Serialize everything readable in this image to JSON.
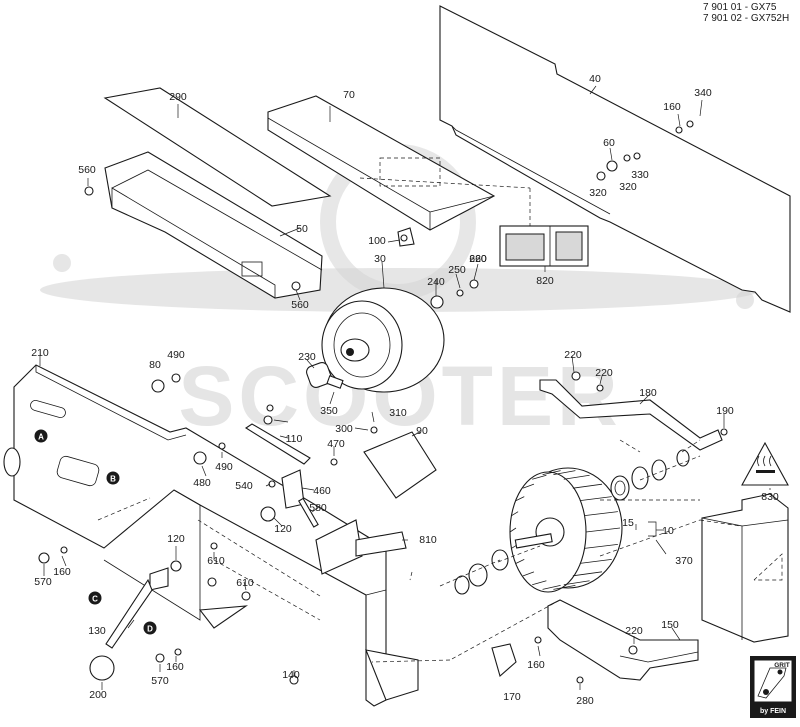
{
  "header": {
    "line1": "7 901 01 - GX75",
    "line2": "7 901 02 - GX752H"
  },
  "watermark": {
    "text": "SCOOTER"
  },
  "logo": {
    "top": "GRIT",
    "bottom": "by FEIN"
  },
  "circle_markers": [
    "A",
    "B",
    "C",
    "D"
  ],
  "part_labels": [
    "10",
    "15",
    "30",
    "40",
    "50",
    "60",
    "70",
    "80",
    "90",
    "100",
    "110",
    "120",
    "120",
    "130",
    "140",
    "150",
    "160",
    "160",
    "160",
    "160",
    "170",
    "180",
    "190",
    "200",
    "210",
    "220",
    "220",
    "220",
    "230",
    "240",
    "250",
    "260",
    "280",
    "290",
    "300",
    "310",
    "320",
    "320",
    "330",
    "340",
    "350",
    "370",
    "460",
    "470",
    "480",
    "490",
    "490",
    "540",
    "560",
    "560",
    "570",
    "570",
    "580",
    "610",
    "610",
    "620",
    "810",
    "820",
    "830"
  ]
}
